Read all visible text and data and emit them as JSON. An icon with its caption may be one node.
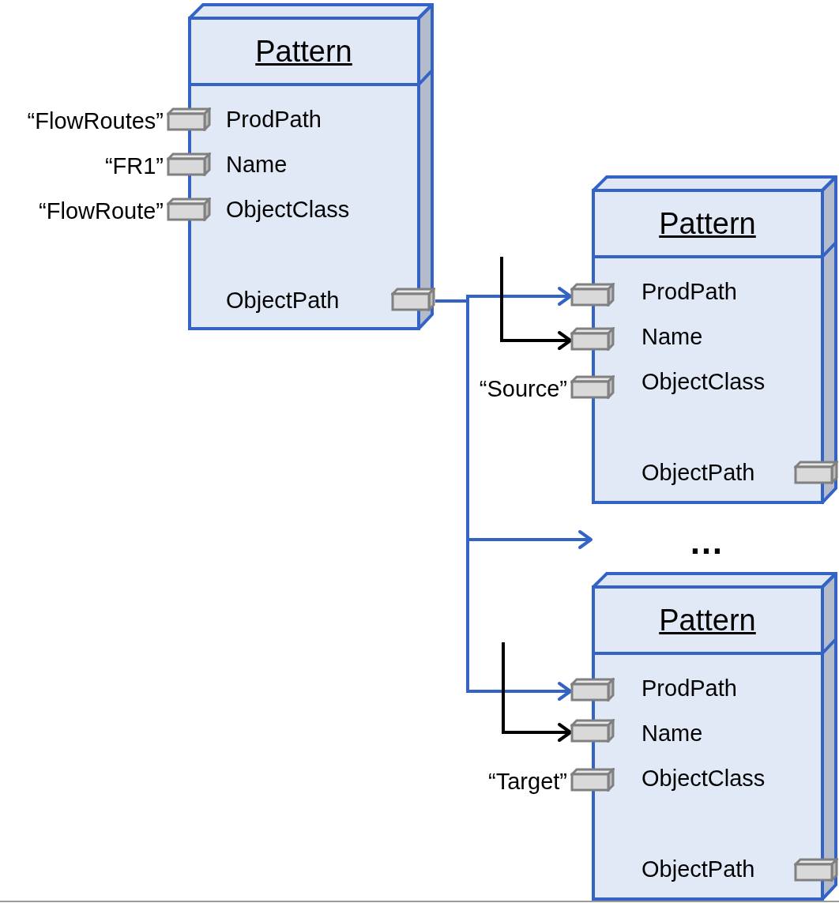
{
  "diagram": {
    "nodes": [
      {
        "text": [
          "Pattern",
          "ProdPath",
          "Name",
          "ObjectClass",
          "ObjectPath"
        ]
      },
      {
        "text": [],
        "shape": "box",
        "beside": [
          "“FlowRoutes”"
        ]
      },
      {
        "text": [],
        "shape": "box",
        "beside": [
          "“FR1”"
        ]
      },
      {
        "text": [],
        "shape": "box",
        "beside": [
          "“FlowRoute”"
        ]
      },
      {
        "text": [],
        "shape": "box"
      },
      {
        "text": [
          "Pattern",
          "ProdPath",
          "Name",
          "ObjectClass",
          "ObjectPath"
        ]
      },
      {
        "text": [],
        "shape": "box"
      },
      {
        "text": [],
        "shape": "box"
      },
      {
        "text": [],
        "shape": "box",
        "beside": [
          "“Source”"
        ]
      },
      {
        "text": [],
        "shape": "box"
      },
      {
        "text": [
          "Pattern",
          "ProdPath",
          "Name",
          "ObjectClass",
          "ObjectPath"
        ]
      },
      {
        "text": [],
        "shape": "box"
      },
      {
        "text": [],
        "shape": "box"
      },
      {
        "text": [],
        "shape": "box",
        "beside": [
          "“Target”"
        ]
      },
      {
        "text": [],
        "shape": "box"
      }
    ],
    "edges": [
      {
        "from": 4,
        "to": 6,
        "arrow": "to"
      },
      {
        "from": 4,
        "to": null,
        "arrow": "to"
      },
      {
        "from": 4,
        "to": 11,
        "arrow": "to"
      },
      {
        "from": null,
        "to": 7,
        "arrow": "to",
        "color": "#000000"
      },
      {
        "from": null,
        "to": 12,
        "arrow": "to",
        "color": "#000000"
      }
    ],
    "labels": [
      "…"
    ]
  }
}
